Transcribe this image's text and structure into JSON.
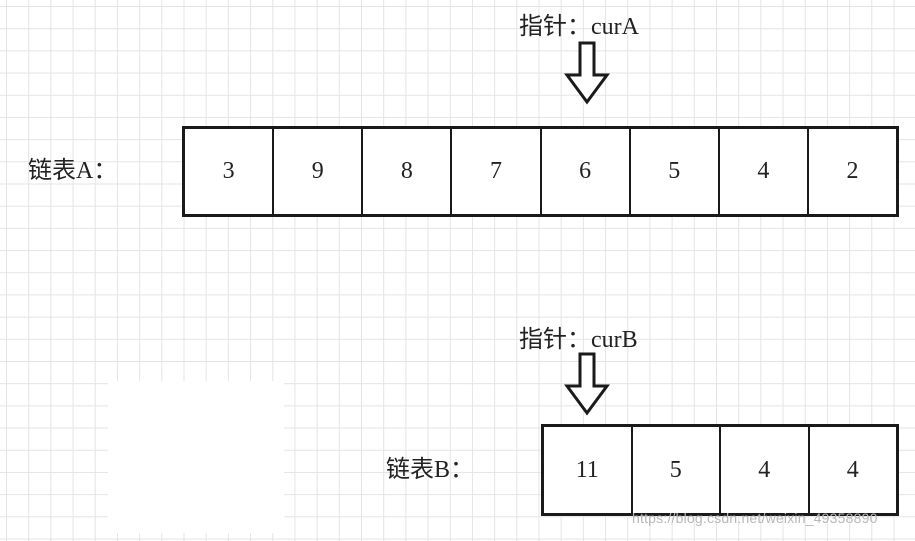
{
  "pointerA": {
    "label": "指针：curA"
  },
  "listA": {
    "label": "链表A：",
    "nodes": [
      "3",
      "9",
      "8",
      "7",
      "6",
      "5",
      "4",
      "2"
    ]
  },
  "pointerB": {
    "label": "指针：curB"
  },
  "listB": {
    "label": "链表B：",
    "nodes": [
      "11",
      "5",
      "4",
      "4"
    ]
  },
  "watermark": "https://blog.csdn.net/weixin_49358890"
}
